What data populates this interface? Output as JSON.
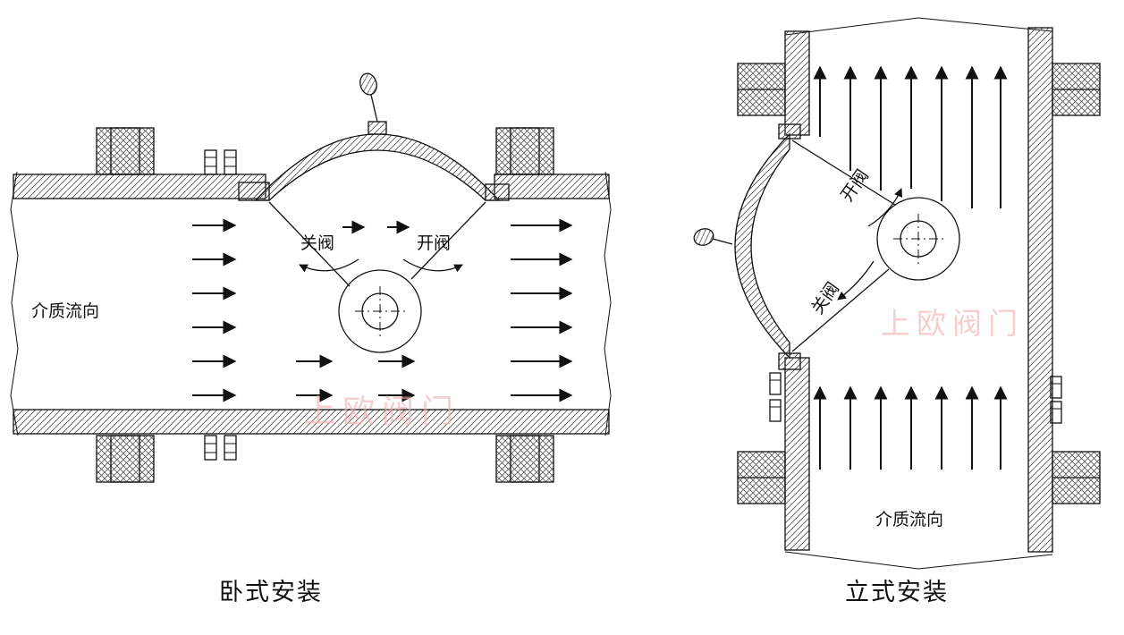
{
  "watermark": {
    "text": "上欧阀门",
    "color": "#f2aeae"
  },
  "figures": {
    "horizontal": {
      "caption": "卧式安装",
      "flow_label": "介质流向",
      "close_label": "关阀",
      "open_label": "开阀"
    },
    "vertical": {
      "caption": "立式安装",
      "flow_label": "介质流向",
      "close_label": "关阀",
      "open_label": "开阀"
    }
  }
}
